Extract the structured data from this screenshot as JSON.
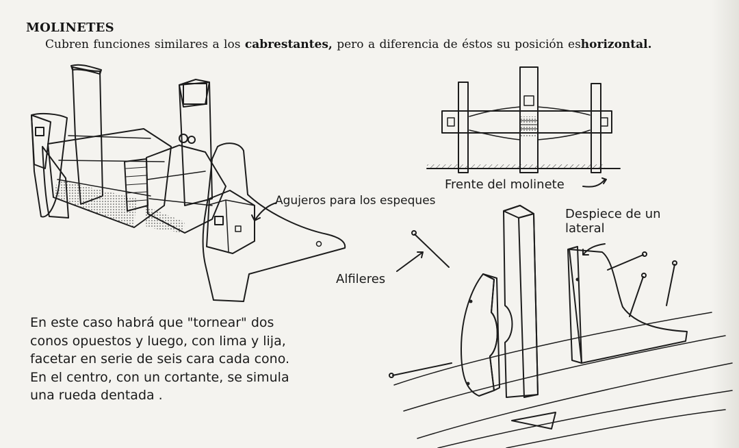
{
  "heading": "MOLINETES",
  "intro": {
    "before": "Cubren funciones similares a los ",
    "bold1": "cabrestantes,",
    "middle": " pero a diferencia de éstos su posición es",
    "bold2": "horizontal."
  },
  "labels": {
    "front": "Frente del molinete",
    "holes": "Agujeros para los espeques",
    "despiece_line1": "Despiece de un",
    "despiece_line2": "lateral",
    "pins": "Alfileres"
  },
  "paragraph": [
    "En este caso habrá que \"tornear\" dos",
    "conos opuestos y luego, con lima y lija,",
    "facetar en serie de seis cara cada cono.",
    "En el centro, con un cortante, se simula",
    "una rueda dentada ."
  ]
}
